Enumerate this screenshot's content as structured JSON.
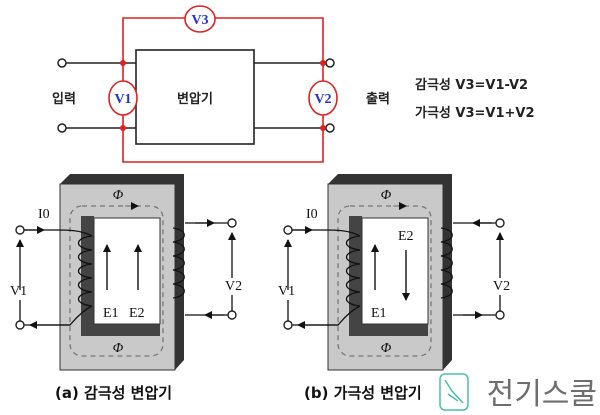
{
  "circuit": {
    "meter_v1": "V1",
    "meter_v2": "V2",
    "meter_v3": "V3",
    "input_label": "입력",
    "output_label": "출력",
    "box_label": "변압기",
    "formula_subtractive": "감극성 V3=V1-V2",
    "formula_additive": "가극성 V3=V1+V2",
    "colors": {
      "meter_wire": "#e02020",
      "meter_text": "#2233cc",
      "wire": "#222222"
    }
  },
  "transformer_a": {
    "caption": "(a) 감극성 변압기",
    "current": "I0",
    "flux_top": "Φ",
    "flux_bottom": "Φ",
    "v1": "V1",
    "v2": "V2",
    "e1": "E1",
    "e2": "E2",
    "e2_direction": "up"
  },
  "transformer_b": {
    "caption": "(b) 가극성 변압기",
    "current": "I0",
    "flux_top": "Φ",
    "flux_bottom": "Φ",
    "v1": "V1",
    "v2": "V2",
    "e1": "E1",
    "e2": "E2",
    "e2_direction": "down"
  },
  "watermark": {
    "text": "전기스쿨",
    "color": "#2bb59a"
  }
}
